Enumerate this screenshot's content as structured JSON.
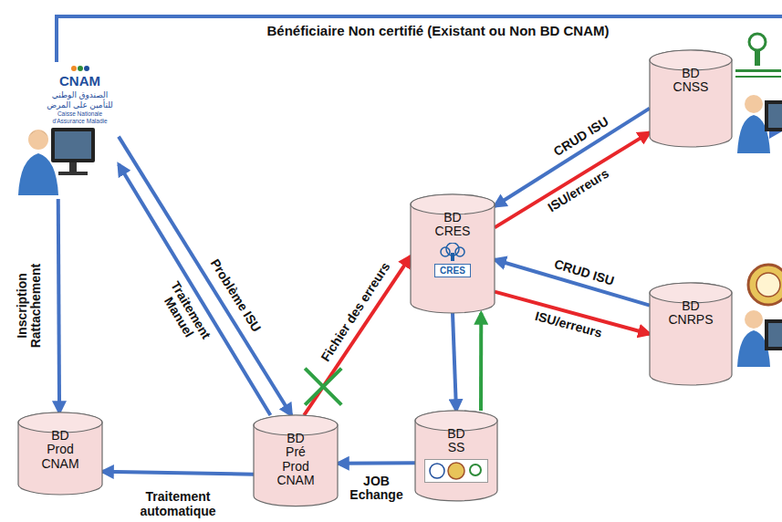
{
  "diagram": {
    "nodes": [
      {
        "text": [
          "CNAM",
          "الصندوق الوطني للتأمين على المرض",
          "Caisse Nationale d'Assurance Maladie"
        ]
      },
      {
        "text": [
          "BD CNSS"
        ]
      },
      {
        "text": [
          "BD CRES",
          "CRES"
        ]
      },
      {
        "text": [
          "BD CNRPS"
        ]
      },
      {
        "text": [
          "BD Prod CNAM"
        ]
      },
      {
        "text": [
          "BD Pré Prod CNAM"
        ]
      },
      {
        "text": [
          "BD SS"
        ]
      }
    ],
    "edges": [
      {
        "from": 0,
        "to": 4,
        "arrow": "to",
        "label": "Inscription Rattachement"
      },
      {
        "from": 0,
        "to": 5,
        "arrow": "to",
        "label": "Problème ISU"
      },
      {
        "from": 5,
        "to": 0,
        "arrow": "to",
        "label": "Traitement Manuel"
      },
      {
        "from": 5,
        "to": 4,
        "arrow": "to",
        "label": "Traitement automatique"
      },
      {
        "from": 6,
        "to": 5,
        "arrow": "to",
        "label": "JOB Echange"
      },
      {
        "from": 5,
        "to": 2,
        "arrow": "to",
        "label": "Fichier des erreurs"
      },
      {
        "from": 2,
        "to": 6,
        "arrow": "to"
      },
      {
        "from": 6,
        "to": 2,
        "arrow": "to"
      },
      {
        "from": 1,
        "to": 2,
        "arrow": "to",
        "label": "CRUD ISU"
      },
      {
        "from": 2,
        "to": 1,
        "arrow": "to",
        "label": "ISU/erreurs"
      },
      {
        "from": 3,
        "to": 2,
        "arrow": "to",
        "label": "CRUD ISU"
      },
      {
        "from": 2,
        "to": 3,
        "arrow": "to",
        "label": "ISU/erreurs"
      }
    ],
    "labels": [
      "Bénéficiaire Non certifié (Existant ou Non BD CNAM)"
    ]
  }
}
